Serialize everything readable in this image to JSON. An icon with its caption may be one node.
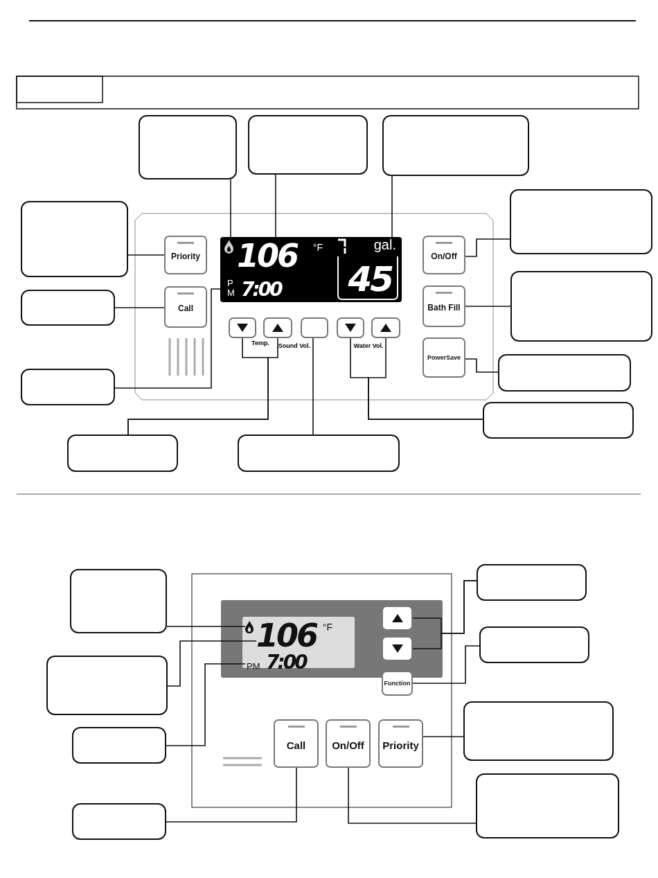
{
  "diagram": {
    "nodes": [
      {
        "text": [],
        "shape": "box"
      },
      {
        "text": [],
        "shape": "box"
      },
      {
        "text": [],
        "shape": "box"
      },
      {
        "text": [],
        "shape": "box"
      },
      {
        "text": [],
        "shape": "box"
      },
      {
        "text": [],
        "shape": "box"
      },
      {
        "text": [],
        "shape": "box"
      },
      {
        "text": [],
        "shape": "box"
      },
      {
        "text": [],
        "shape": "box"
      },
      {
        "text": [],
        "shape": "box"
      },
      {
        "text": [],
        "shape": "box"
      },
      {
        "text": [],
        "shape": "box"
      },
      {
        "text": [],
        "shape": "flame"
      },
      {
        "text": [
          "106",
          "°F"
        ]
      },
      {
        "text": [
          "gal.",
          "45"
        ]
      },
      {
        "text": [
          "Priority"
        ]
      },
      {
        "text": [
          "Call"
        ]
      },
      {
        "text": [
          "P M",
          "7:00"
        ]
      },
      {
        "text": [
          "On/Off"
        ]
      },
      {
        "text": [
          "Bath Fill"
        ]
      },
      {
        "text": [
          "PowerSave"
        ]
      },
      {
        "text": [],
        "shape": "button"
      },
      {
        "text": [],
        "shape": "button"
      },
      {
        "text": [],
        "shape": "button"
      },
      {
        "text": [],
        "shape": "button"
      },
      {
        "text": [],
        "shape": "button"
      },
      {
        "text": [],
        "shape": "box"
      },
      {
        "text": [],
        "shape": "box"
      },
      {
        "text": [],
        "shape": "box"
      },
      {
        "text": [],
        "shape": "box"
      },
      {
        "text": [],
        "shape": "box"
      },
      {
        "text": [],
        "shape": "box"
      },
      {
        "text": [],
        "shape": "box"
      },
      {
        "text": [],
        "shape": "box"
      },
      {
        "text": [],
        "shape": "flame"
      },
      {
        "text": [
          "106",
          "°F"
        ]
      },
      {
        "text": [
          "PM",
          "7:00"
        ]
      },
      {
        "text": [],
        "shape": "button"
      },
      {
        "text": [],
        "shape": "button"
      },
      {
        "text": [
          "Function"
        ]
      },
      {
        "text": [
          "Call"
        ]
      },
      {
        "text": [
          "On/Off"
        ]
      },
      {
        "text": [
          "Priority"
        ]
      }
    ],
    "edges": [
      {
        "from": 0,
        "to": 12,
        "arrow": "none"
      },
      {
        "from": 1,
        "to": 13,
        "arrow": "none"
      },
      {
        "from": 2,
        "to": 14,
        "arrow": "none"
      },
      {
        "from": 3,
        "to": 15,
        "arrow": "none"
      },
      {
        "from": 4,
        "to": 16,
        "arrow": "none"
      },
      {
        "from": 5,
        "to": 17,
        "arrow": "none"
      },
      {
        "from": 6,
        "to": 18,
        "arrow": "none"
      },
      {
        "from": 7,
        "to": 19,
        "arrow": "none"
      },
      {
        "from": 8,
        "to": 20,
        "arrow": "none"
      },
      {
        "from": 9,
        "to": 24,
        "arrow": "none"
      },
      {
        "from": 9,
        "to": 25,
        "arrow": "none"
      },
      {
        "from": 10,
        "to": 21,
        "arrow": "none"
      },
      {
        "from": 10,
        "to": 22,
        "arrow": "none"
      },
      {
        "from": 11,
        "to": 23,
        "arrow": "none"
      },
      {
        "from": 26,
        "to": 34,
        "arrow": "none"
      },
      {
        "from": 27,
        "to": 35,
        "arrow": "none"
      },
      {
        "from": 28,
        "to": 36,
        "arrow": "none"
      },
      {
        "from": 29,
        "to": 40,
        "arrow": "none"
      },
      {
        "from": 30,
        "to": 37,
        "arrow": "none"
      },
      {
        "from": 30,
        "to": 38,
        "arrow": "none"
      },
      {
        "from": 31,
        "to": 39,
        "arrow": "none"
      },
      {
        "from": 32,
        "to": 42,
        "arrow": "none"
      },
      {
        "from": 33,
        "to": 41,
        "arrow": "none"
      }
    ],
    "labels": [
      "Temp.",
      "Sound Vol.",
      "Water Vol."
    ]
  }
}
